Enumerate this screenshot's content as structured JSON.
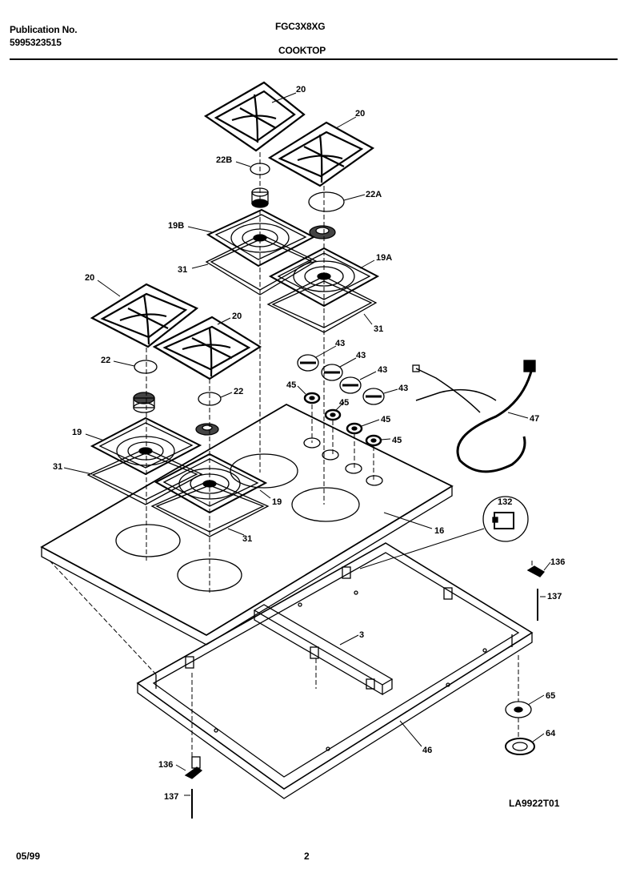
{
  "header": {
    "publication_label": "Publication No.",
    "publication_number": "5995323515",
    "model": "FGC3X8XG",
    "section": "COOKTOP"
  },
  "footer": {
    "date": "05/99",
    "page": "2"
  },
  "drawing_id": "LA9922T01",
  "callouts": {
    "c20a": "20",
    "c20b": "20",
    "c20c": "20",
    "c20d": "20",
    "c22b": "22B",
    "c22a": "22A",
    "c22": "22",
    "c22c": "22",
    "c19b": "19B",
    "c19a": "19A",
    "c19": "19",
    "c19c": "19",
    "c31a": "31",
    "c31b": "31",
    "c31c": "31",
    "c31d": "31",
    "c43a": "43",
    "c43b": "43",
    "c43c": "43",
    "c43d": "43",
    "c45a": "45",
    "c45b": "45",
    "c45c": "45",
    "c45d": "45",
    "c47": "47",
    "c16": "16",
    "c132": "132",
    "c136a": "136",
    "c137a": "137",
    "c3": "3",
    "c65": "65",
    "c64": "64",
    "c46": "46",
    "c136b": "136",
    "c137b": "137"
  }
}
